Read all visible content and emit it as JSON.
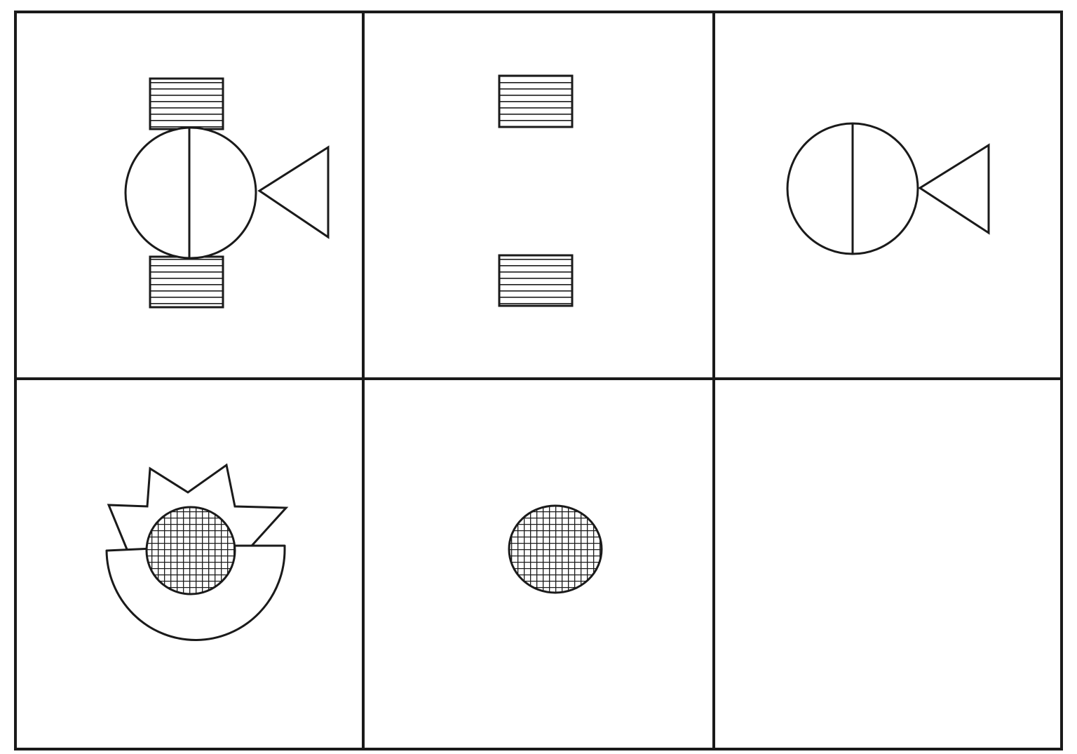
{
  "puzzle": {
    "rows": 2,
    "columns": 3,
    "colors": {
      "background": "#ffffff",
      "line": "#1a1a1a"
    },
    "cells": [
      {
        "row": 1,
        "col": 1,
        "content": [
          "hatched-rectangle",
          "hatched-rectangle",
          "split-circle",
          "triangle"
        ]
      },
      {
        "row": 1,
        "col": 2,
        "content": [
          "hatched-rectangle",
          "hatched-rectangle"
        ]
      },
      {
        "row": 1,
        "col": 3,
        "content": [
          "split-circle",
          "triangle"
        ]
      },
      {
        "row": 2,
        "col": 1,
        "content": [
          "jagged-crown",
          "half-ring",
          "grid-circle"
        ]
      },
      {
        "row": 2,
        "col": 2,
        "content": [
          "grid-circle"
        ]
      },
      {
        "row": 2,
        "col": 3,
        "content": []
      }
    ]
  }
}
